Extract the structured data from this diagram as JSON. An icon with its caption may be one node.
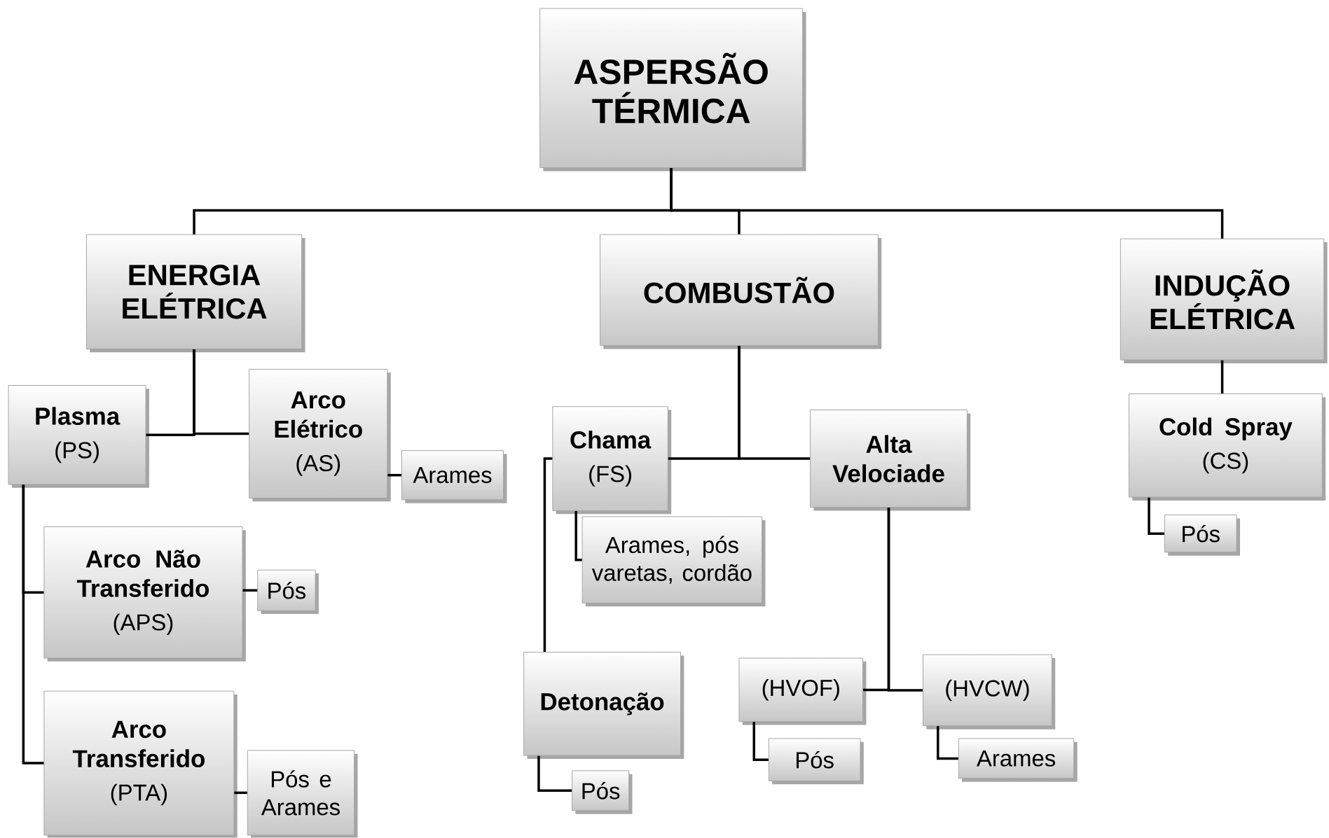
{
  "diagram": {
    "nodes": [
      {
        "text": [
          "ASPERSÃO TÉRMICA"
        ]
      },
      {
        "text": [
          "ENERGIA ELÉTRICA"
        ]
      },
      {
        "text": [
          "COMBUSTÃO"
        ]
      },
      {
        "text": [
          "INDUÇÃO ELÉTRICA"
        ]
      },
      {
        "text": [
          "Plasma",
          "(PS)"
        ]
      },
      {
        "text": [
          "Arco Elétrico",
          "(AS)"
        ]
      },
      {
        "text": [
          "Arames"
        ]
      },
      {
        "text": [
          "Chama",
          "(FS)"
        ]
      },
      {
        "text": [
          "Alta Velociade"
        ]
      },
      {
        "text": [
          "Cold Spray",
          "(CS)"
        ]
      },
      {
        "text": [
          "Arco Não Transferido",
          "(APS)"
        ]
      },
      {
        "text": [
          "Pós"
        ]
      },
      {
        "text": [
          "Arames, pós varetas, cordão"
        ]
      },
      {
        "text": [
          "Pós"
        ]
      },
      {
        "text": [
          "Arco Transferido",
          "(PTA)"
        ]
      },
      {
        "text": [
          "Pós e Arames"
        ]
      },
      {
        "text": [
          "Detonação"
        ]
      },
      {
        "text": [
          "(HVOF)"
        ]
      },
      {
        "text": [
          "(HVCW)"
        ]
      },
      {
        "text": [
          "Pós"
        ]
      },
      {
        "text": [
          "Pós"
        ]
      },
      {
        "text": [
          "Arames"
        ]
      }
    ],
    "edges": [
      {
        "from": 0,
        "to": 1,
        "arrow": "none"
      },
      {
        "from": 0,
        "to": 2,
        "arrow": "none"
      },
      {
        "from": 0,
        "to": 3,
        "arrow": "none"
      },
      {
        "from": 1,
        "to": 4,
        "arrow": "none"
      },
      {
        "from": 1,
        "to": 5,
        "arrow": "none"
      },
      {
        "from": 5,
        "to": 6,
        "arrow": "none"
      },
      {
        "from": 2,
        "to": 7,
        "arrow": "none"
      },
      {
        "from": 2,
        "to": 8,
        "arrow": "none"
      },
      {
        "from": 3,
        "to": 9,
        "arrow": "none"
      },
      {
        "from": 4,
        "to": 10,
        "arrow": "none"
      },
      {
        "from": 10,
        "to": 11,
        "arrow": "none"
      },
      {
        "from": 7,
        "to": 12,
        "arrow": "none"
      },
      {
        "from": 9,
        "to": 13,
        "arrow": "none"
      },
      {
        "from": 4,
        "to": 14,
        "arrow": "none"
      },
      {
        "from": 14,
        "to": 15,
        "arrow": "none"
      },
      {
        "from": 7,
        "to": 16,
        "arrow": "none"
      },
      {
        "from": 8,
        "to": 17,
        "arrow": "none"
      },
      {
        "from": 8,
        "to": 18,
        "arrow": "none"
      },
      {
        "from": 16,
        "to": 19,
        "arrow": "none"
      },
      {
        "from": 17,
        "to": 20,
        "arrow": "none"
      },
      {
        "from": 18,
        "to": 21,
        "arrow": "none"
      }
    ]
  }
}
